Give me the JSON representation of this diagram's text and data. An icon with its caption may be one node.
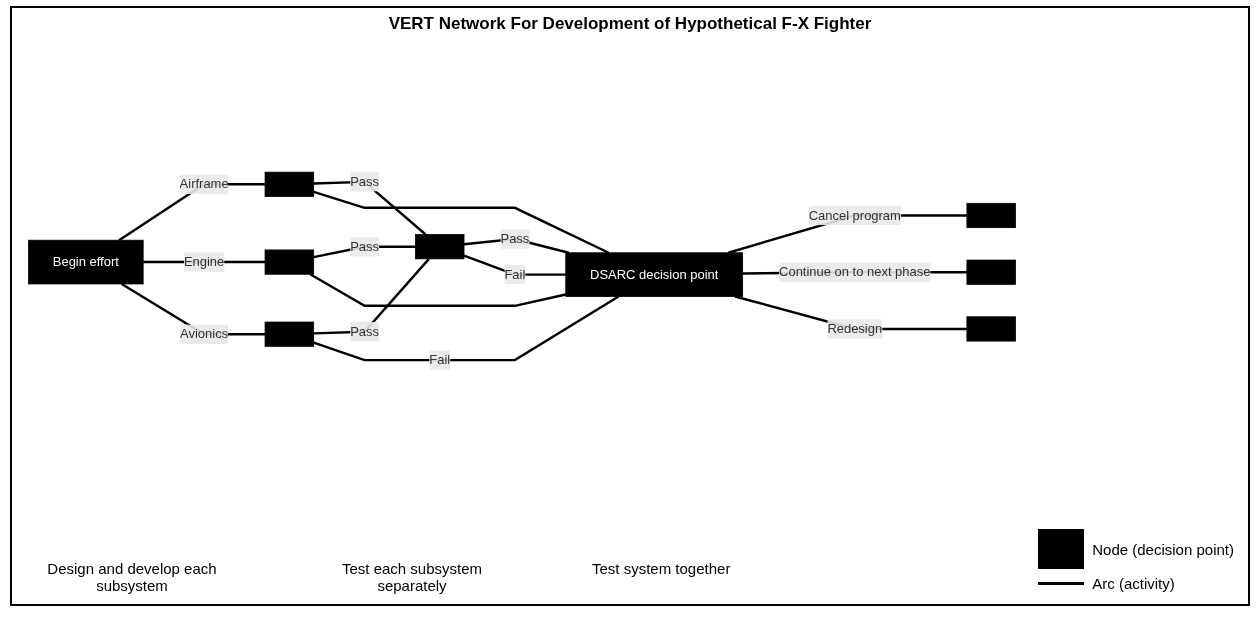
{
  "diagram": {
    "title": "VERT Network For Development of Hypothetical F-X Fighter",
    "nodes": [
      {
        "text": [
          "Begin effort"
        ]
      },
      {
        "text": [],
        "shape": "box"
      },
      {
        "text": [],
        "shape": "box"
      },
      {
        "text": [],
        "shape": "box"
      },
      {
        "text": [],
        "shape": "box"
      },
      {
        "text": [
          "DSARC decision point"
        ]
      },
      {
        "text": [],
        "shape": "box"
      },
      {
        "text": [],
        "shape": "box"
      },
      {
        "text": [],
        "shape": "box"
      }
    ],
    "edges": [
      {
        "from": 0,
        "to": 1,
        "arrow": "none",
        "label": "Airframe"
      },
      {
        "from": 0,
        "to": 2,
        "arrow": "none",
        "label": "Engine"
      },
      {
        "from": 0,
        "to": 3,
        "arrow": "none",
        "label": "Avionics"
      },
      {
        "from": 1,
        "to": 4,
        "arrow": "none",
        "label": "Pass"
      },
      {
        "from": 2,
        "to": 4,
        "arrow": "none",
        "label": "Pass"
      },
      {
        "from": 3,
        "to": 4,
        "arrow": "none",
        "label": "Pass"
      },
      {
        "from": 1,
        "to": 5,
        "arrow": "none"
      },
      {
        "from": 2,
        "to": 5,
        "arrow": "none"
      },
      {
        "from": 3,
        "to": 5,
        "arrow": "none",
        "label": "Fail"
      },
      {
        "from": 4,
        "to": 5,
        "arrow": "none",
        "label": "Pass"
      },
      {
        "from": 4,
        "to": 5,
        "arrow": "none",
        "label": "Fail"
      },
      {
        "from": 5,
        "to": 6,
        "arrow": "none",
        "label": "Cancel program"
      },
      {
        "from": 5,
        "to": 7,
        "arrow": "none",
        "label": "Continue on to next phase"
      },
      {
        "from": 5,
        "to": 8,
        "arrow": "none",
        "label": "Redesign"
      }
    ],
    "labels": [
      "Design and develop each subsystem",
      "Test each subsystem separately",
      "Test system together"
    ],
    "legend": [
      {
        "text": "Node (decision point)",
        "color": "#000000"
      },
      {
        "text": "Arc (activity)"
      }
    ]
  }
}
